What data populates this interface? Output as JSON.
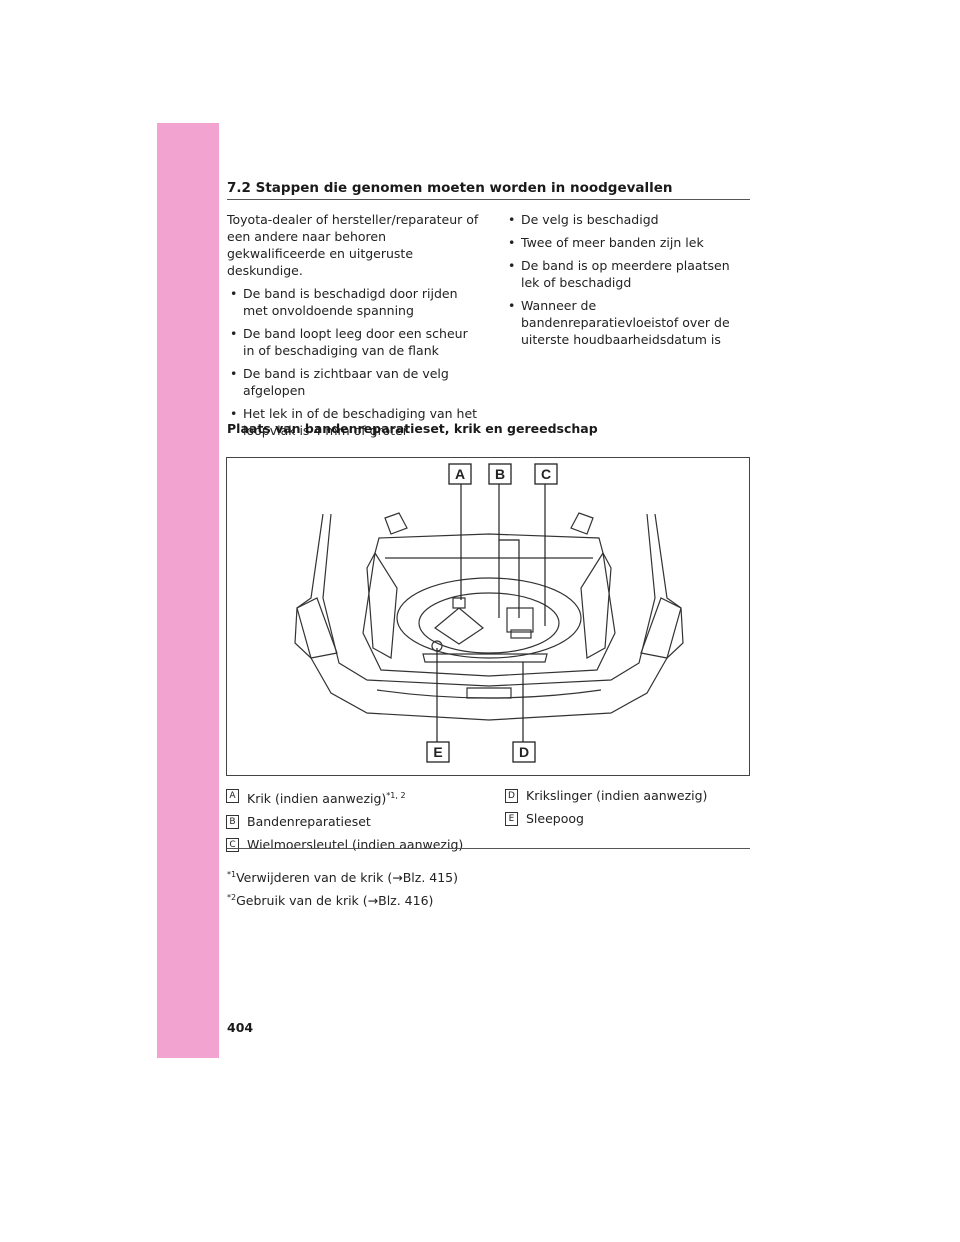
{
  "section_header": "7.2 Stappen die genomen moeten worden in noodgevallen",
  "left_column": {
    "intro": "Toyota-dealer of hersteller/reparateur of een andere naar behoren gekwalificeerde en uitgeruste deskundige.",
    "bullets": [
      "De band is beschadigd door rijden met onvoldoende spanning",
      "De band loopt leeg door een scheur in of beschadiging van de flank",
      "De band is zichtbaar van de velg afgelopen",
      "Het lek in of de beschadiging van het loopvlak is 4 mm of groter"
    ]
  },
  "right_column": {
    "bullets": [
      "De velg is beschadigd",
      "Twee of meer banden zijn lek",
      "De band is op meerdere plaatsen lek of beschadigd",
      "Wanneer de bandenreparatievloeistof over de uiterste houdbaarheidsdatum is"
    ]
  },
  "subheading": "Plaats van bandenreparatieset, krik en gereedschap",
  "figure": {
    "callouts": [
      "A",
      "B",
      "C",
      "D",
      "E"
    ],
    "description_icon": "car-trunk-illustration"
  },
  "legend": {
    "items": [
      {
        "key": "A",
        "label": "Krik (indien aanwezig)",
        "sup": "*1, 2"
      },
      {
        "key": "B",
        "label": "Bandenreparatieset",
        "sup": ""
      },
      {
        "key": "C",
        "label": "Wielmoersleutel (indien aanwezig)",
        "sup": ""
      },
      {
        "key": "D",
        "label": "Krikslinger (indien aanwezig)",
        "sup": ""
      },
      {
        "key": "E",
        "label": "Sleepoog",
        "sup": ""
      }
    ]
  },
  "footnotes": [
    {
      "mark": "*1",
      "text": "Verwijderen van de krik (→Blz. 415)"
    },
    {
      "mark": "*2",
      "text": "Gebruik van de krik (→Blz. 416)"
    }
  ],
  "page_number": "404",
  "colors": {
    "side_tab": "#f2a3cf",
    "rule": "#555555"
  }
}
